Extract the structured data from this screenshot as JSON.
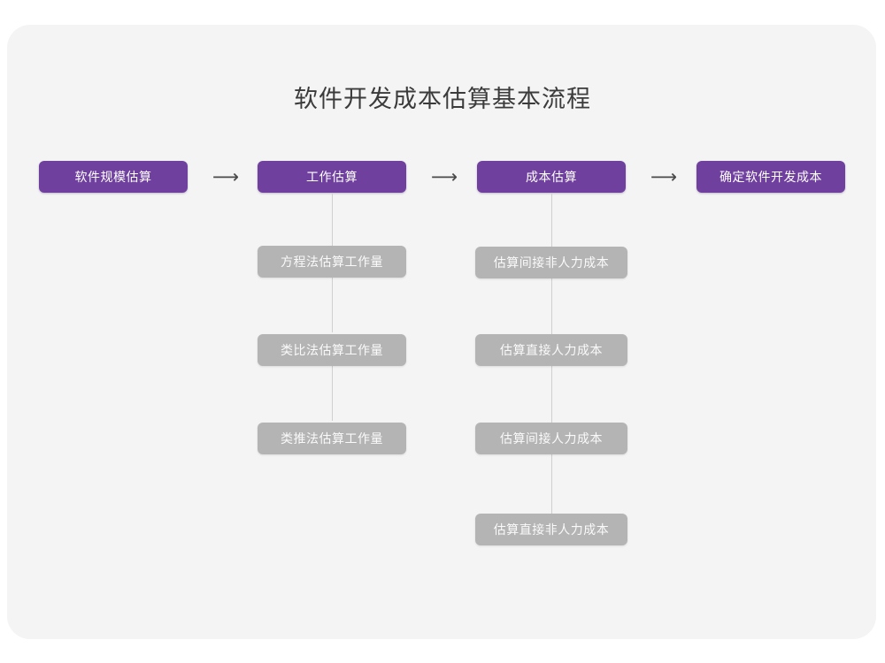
{
  "diagram": {
    "title": "软件开发成本估算基本流程",
    "type": "flowchart",
    "colors": {
      "background": "#ffffff",
      "card": "#f4f4f5",
      "primary_node": "#70409f",
      "secondary_node": "#b4b4b4",
      "title_text": "#3b3b3b",
      "connector": "#cfcfcf",
      "arrow": "#4a4a4a"
    },
    "arrow_glyph": "⟶",
    "main_flow": [
      {
        "label": "软件规模估算"
      },
      {
        "label": "工作估算"
      },
      {
        "label": "成本估算"
      },
      {
        "label": "确定软件开发成本"
      }
    ],
    "arrows": [
      {
        "label": "⟶"
      },
      {
        "label": "⟶"
      },
      {
        "label": "⟶"
      }
    ],
    "branch_work": [
      {
        "label": "方程法估算工作量"
      },
      {
        "label": "类比法估算工作量"
      },
      {
        "label": "类推法估算工作量"
      }
    ],
    "branch_cost": [
      {
        "label": "估算间接非人力成本"
      },
      {
        "label": "估算直接人力成本"
      },
      {
        "label": "估算间接人力成本"
      },
      {
        "label": "估算直接非人力成本"
      }
    ]
  }
}
